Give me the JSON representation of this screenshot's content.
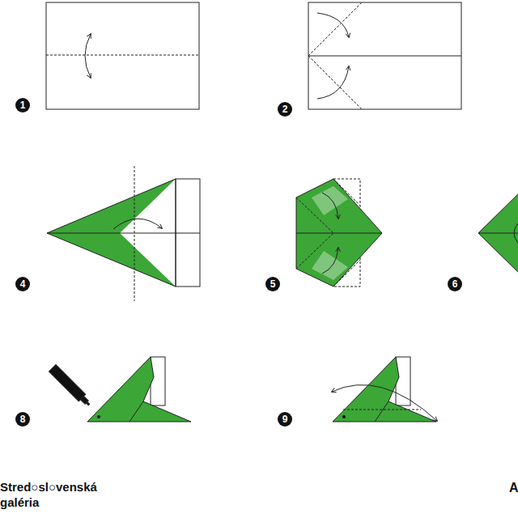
{
  "diagram": {
    "labels": [
      "1",
      "2",
      "4",
      "5",
      "6",
      "8",
      "9",
      "Stred○sl○venská galéria",
      "A"
    ]
  }
}
